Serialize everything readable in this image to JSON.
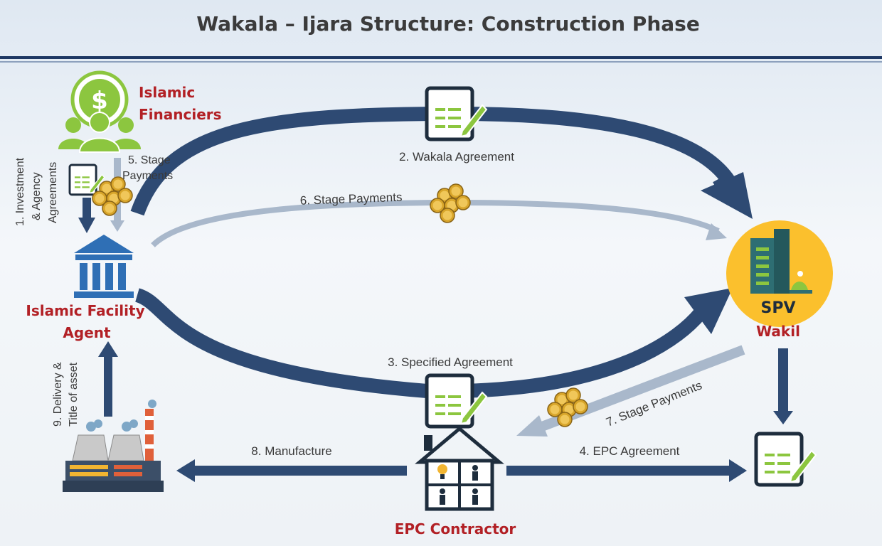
{
  "title": "Wakala – Ijara Structure: Construction Phase",
  "colors": {
    "arrow_dark": "#2e4a73",
    "arrow_light": "#a9b8cb",
    "entity_red": "#b22025",
    "financier_green": "#8cc63f",
    "spv_circle": "#fbc02d",
    "coin_gold": "#d8a52a",
    "doc_green": "#8cc63f",
    "title_rule": "#1f3864"
  },
  "entities": {
    "financiers": {
      "line1": "Islamic",
      "line2": "Financiers",
      "icon": "investors-dollar-icon"
    },
    "facility_agent": {
      "line1": "Islamic Facility",
      "line2": "Agent",
      "icon": "bank-building-icon"
    },
    "spv": {
      "badge": "SPV",
      "role": "Wakil",
      "icon": "office-building-icon"
    },
    "epc": {
      "name": "EPC Contractor",
      "icon": "construction-house-icon"
    },
    "plant": {
      "icon": "factory-plant-icon"
    }
  },
  "flows": {
    "investment": {
      "line1": "1. Investment",
      "line2": "& Agency",
      "line3": "Agreements"
    },
    "wakala": "2. Wakala Agreement",
    "specified": "3. Specified Agreement",
    "epc_agreement": "4. EPC Agreement",
    "stage5": {
      "line1": "5. Stage",
      "line2": "Payments"
    },
    "stage6": "6. Stage Payments",
    "stage7": "7. Stage Payments",
    "manufacture": "8. Manufacture",
    "delivery": {
      "line1": "9. Delivery &",
      "line2": "Title of asset"
    }
  }
}
